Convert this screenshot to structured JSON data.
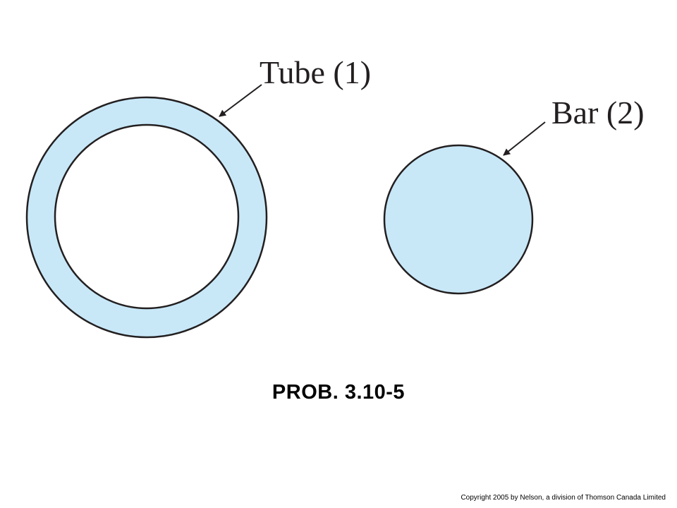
{
  "figure": {
    "tube_label": "Tube (1)",
    "bar_label": "Bar (2)",
    "caption": "PROB. 3.10-5",
    "copyright": "Copyright 2005 by Nelson, a division of Thomson Canada Limited"
  },
  "colors": {
    "fill": "#c8e8f8",
    "stroke": "#231f20",
    "background": "#ffffff"
  }
}
